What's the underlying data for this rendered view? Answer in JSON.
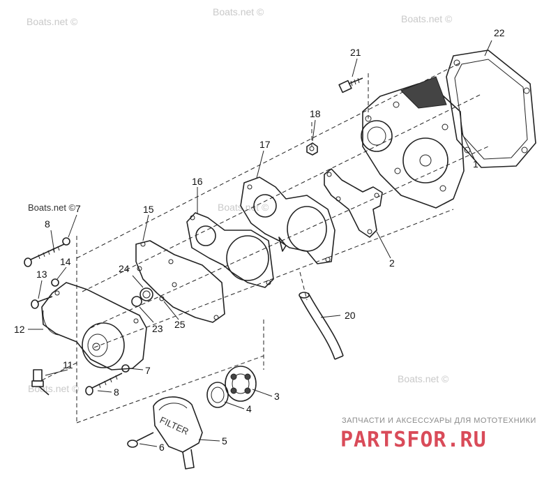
{
  "watermarks": {
    "top_left": "Boats.net ©",
    "top_mid": "Boats.net ©",
    "top_right": "Boats.net ©",
    "mid_left": "Boats.net ©",
    "mid_center": "Boats.net ©",
    "bottom_left": "Boats.net ©",
    "bottom_right": "Boats.net ©"
  },
  "branding": {
    "subtitle": "ЗАПЧАСТИ И АКСЕССУАРЫ ДЛЯ МОТОТЕХНИКИ",
    "logo_text": "PARTSFOR.RU"
  },
  "filter_cap_text": "FILTER",
  "callouts": [
    "1",
    "2",
    "3",
    "4",
    "5",
    "6",
    "7",
    "7",
    "8",
    "8",
    "11",
    "12",
    "13",
    "14",
    "15",
    "16",
    "17",
    "18",
    "20",
    "21",
    "22",
    "23",
    "24",
    "25"
  ],
  "labels": {
    "n1": "1",
    "n2": "2",
    "n3": "3",
    "n4": "4",
    "n5": "5",
    "n6": "6",
    "n7a": "7",
    "n7b": "7",
    "n8a": "8",
    "n8b": "8",
    "n11": "11",
    "n12": "12",
    "n13": "13",
    "n14": "14",
    "n15": "15",
    "n16": "16",
    "n17": "17",
    "n18": "18",
    "n20": "20",
    "n21": "21",
    "n22": "22",
    "n23": "23",
    "n24": "24",
    "n25": "25"
  },
  "colors": {
    "logo": "#d94b59",
    "watermark": "#c9c9c9",
    "line": "#222222"
  }
}
